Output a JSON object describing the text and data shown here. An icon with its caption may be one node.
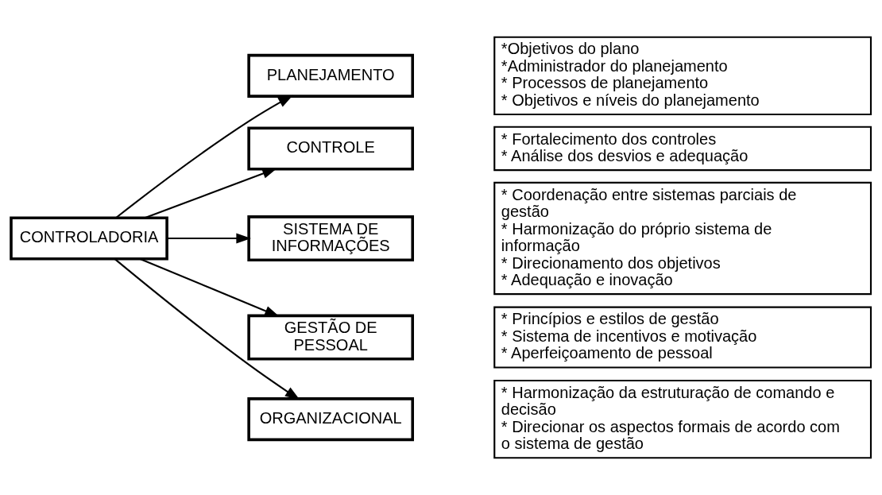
{
  "diagram": {
    "nodes": [
      {
        "text": [
          "CONTROLADORIA"
        ]
      },
      {
        "text": [
          "PLANEJAMENTO"
        ]
      },
      {
        "text": [
          "CONTROLE"
        ]
      },
      {
        "text": [
          "SISTEMA DE INFORMAÇÕES"
        ]
      },
      {
        "text": [
          "GESTÃO DE PESSOAL"
        ]
      },
      {
        "text": [
          "ORGANIZACIONAL"
        ]
      },
      {
        "text": [
          "*Objetivos do plano",
          "*Administrador do planejamento",
          "* Processos de planejamento",
          "* Objetivos e níveis do planejamento"
        ]
      },
      {
        "text": [
          "* Fortalecimento dos controles",
          "* Análise dos desvios e adequação"
        ]
      },
      {
        "text": [
          "* Coordenação entre sistemas parciais de gestão",
          "* Harmonização do próprio sistema de informação",
          "* Direcionamento dos objetivos",
          "* Adequação e inovação"
        ]
      },
      {
        "text": [
          "* Princípios e estilos de gestão",
          "* Sistema de incentivos e motivação",
          "* Aperfeiçoamento de pessoal"
        ]
      },
      {
        "text": [
          "* Harmonização da estruturação de comando e decisão",
          "* Direcionar os aspectos formais de acordo com o sistema de gestão"
        ]
      }
    ],
    "edges": [
      {
        "from": 0,
        "to": 1,
        "arrow": "to"
      },
      {
        "from": 0,
        "to": 2,
        "arrow": "to"
      },
      {
        "from": 0,
        "to": 3,
        "arrow": "to"
      },
      {
        "from": 0,
        "to": 4,
        "arrow": "to"
      },
      {
        "from": 0,
        "to": 5,
        "arrow": "to"
      }
    ]
  }
}
